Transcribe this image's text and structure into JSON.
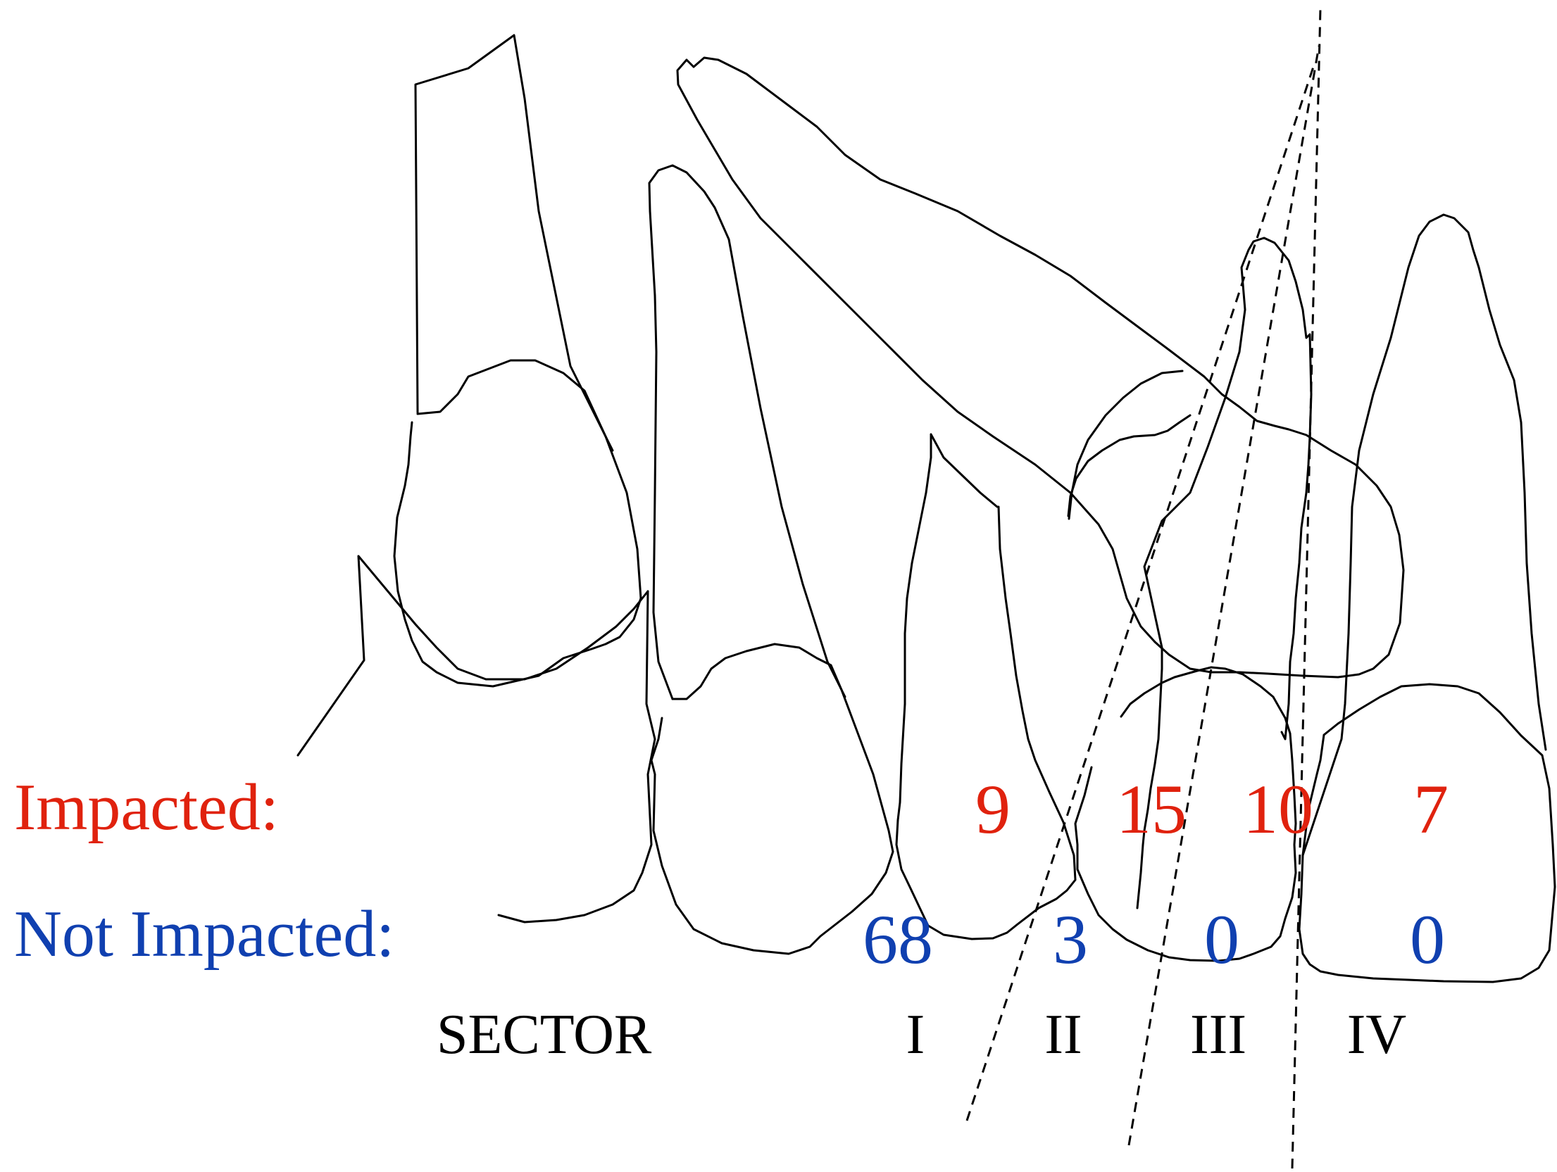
{
  "labels": {
    "impacted": "Impacted:",
    "not_impacted": "Not Impacted:",
    "sector": "SECTOR"
  },
  "sectors": [
    {
      "name": "I",
      "impacted": "9",
      "not_impacted": "68"
    },
    {
      "name": "II",
      "impacted": "15",
      "not_impacted": "3"
    },
    {
      "name": "III",
      "impacted": "10",
      "not_impacted": "0"
    },
    {
      "name": "IV",
      "impacted": "7",
      "not_impacted": "0"
    }
  ],
  "colors": {
    "impacted": "#e0220e",
    "not_impacted": "#1040b0",
    "outline": "#000000"
  }
}
